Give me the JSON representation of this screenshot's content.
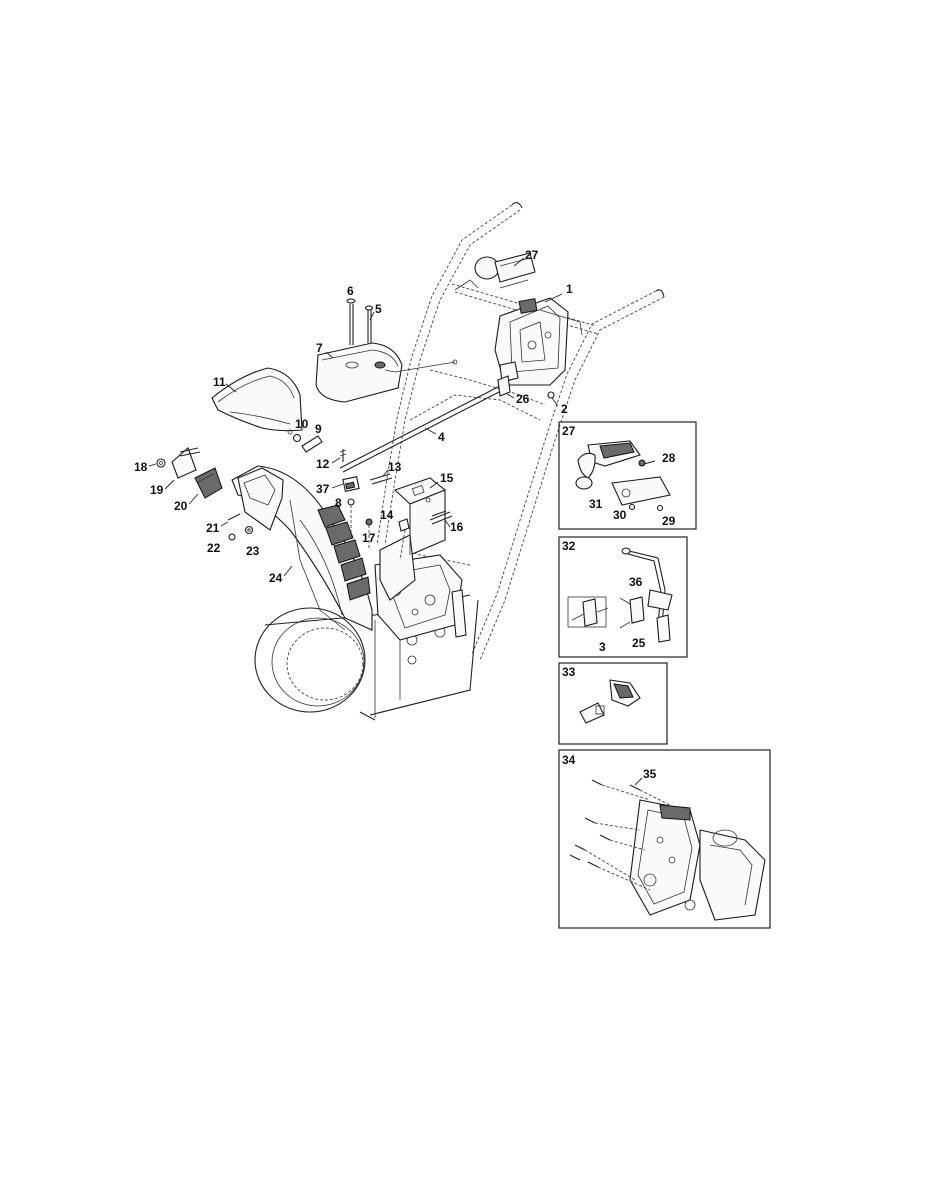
{
  "callouts": {
    "c1": "1",
    "c2": "2",
    "c3": "3",
    "c4": "4",
    "c5": "5",
    "c6": "6",
    "c7": "7",
    "c8": "8",
    "c9": "9",
    "c10": "10",
    "c11": "11",
    "c12": "12",
    "c13": "13",
    "c14": "14",
    "c15": "15",
    "c16": "16",
    "c17": "17",
    "c18": "18",
    "c19": "19",
    "c20": "20",
    "c21": "21",
    "c22": "22",
    "c23": "23",
    "c24": "24",
    "c25": "25",
    "c26": "26",
    "c27": "27",
    "c28": "28",
    "c29": "29",
    "c30": "30",
    "c31": "31",
    "c35": "35",
    "c36": "36",
    "c37": "37"
  },
  "insets": {
    "inset27": "27",
    "inset32": "32",
    "inset33": "33",
    "inset34": "34"
  }
}
